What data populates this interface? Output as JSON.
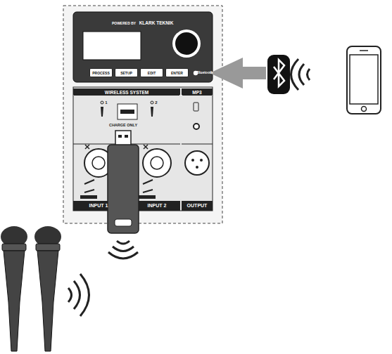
{
  "diagram": {
    "nodes": [
      {
        "text": [
          "PROCESS"
        ]
      },
      {
        "text": [
          "SETUP"
        ]
      },
      {
        "text": [
          "EDIT"
        ]
      },
      {
        "text": [
          "ENTER"
        ]
      },
      {
        "text": [
          "WIRELESS SYSTEM"
        ]
      },
      {
        "text": [
          "MP3"
        ]
      }
    ],
    "labels": [
      "POWERED BY",
      "KLARK TEKNIK",
      "Bluetooth",
      "1",
      "2",
      "CHARGE ONLY",
      "INPUT 1",
      "INPUT 2",
      "OUTPUT"
    ]
  }
}
